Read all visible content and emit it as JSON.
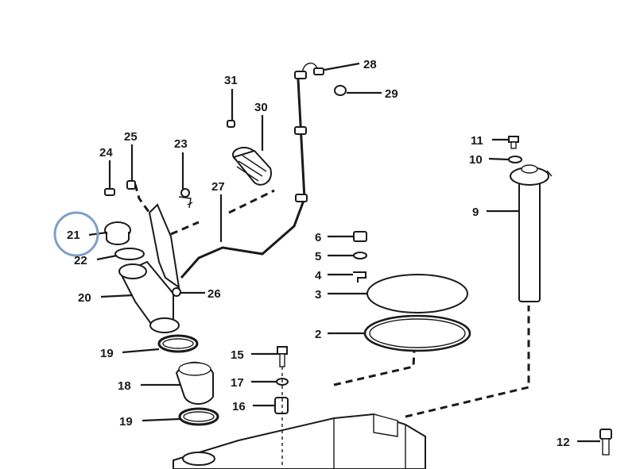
{
  "highlight_color": "#7f9fc9",
  "highlighted_part": "21",
  "labels": {
    "l2": "2",
    "l3": "3",
    "l4": "4",
    "l5": "5",
    "l6": "6",
    "l9": "9",
    "l10": "10",
    "l11": "11",
    "l12": "12",
    "l15": "15",
    "l16": "16",
    "l17": "17",
    "l18": "18",
    "l19a": "19",
    "l19b": "19",
    "l20": "20",
    "l21": "21",
    "l22": "22",
    "l23": "23",
    "l24": "24",
    "l25": "25",
    "l26": "26",
    "l27": "27",
    "l28": "28",
    "l29": "29",
    "l30": "30",
    "l31": "31"
  }
}
